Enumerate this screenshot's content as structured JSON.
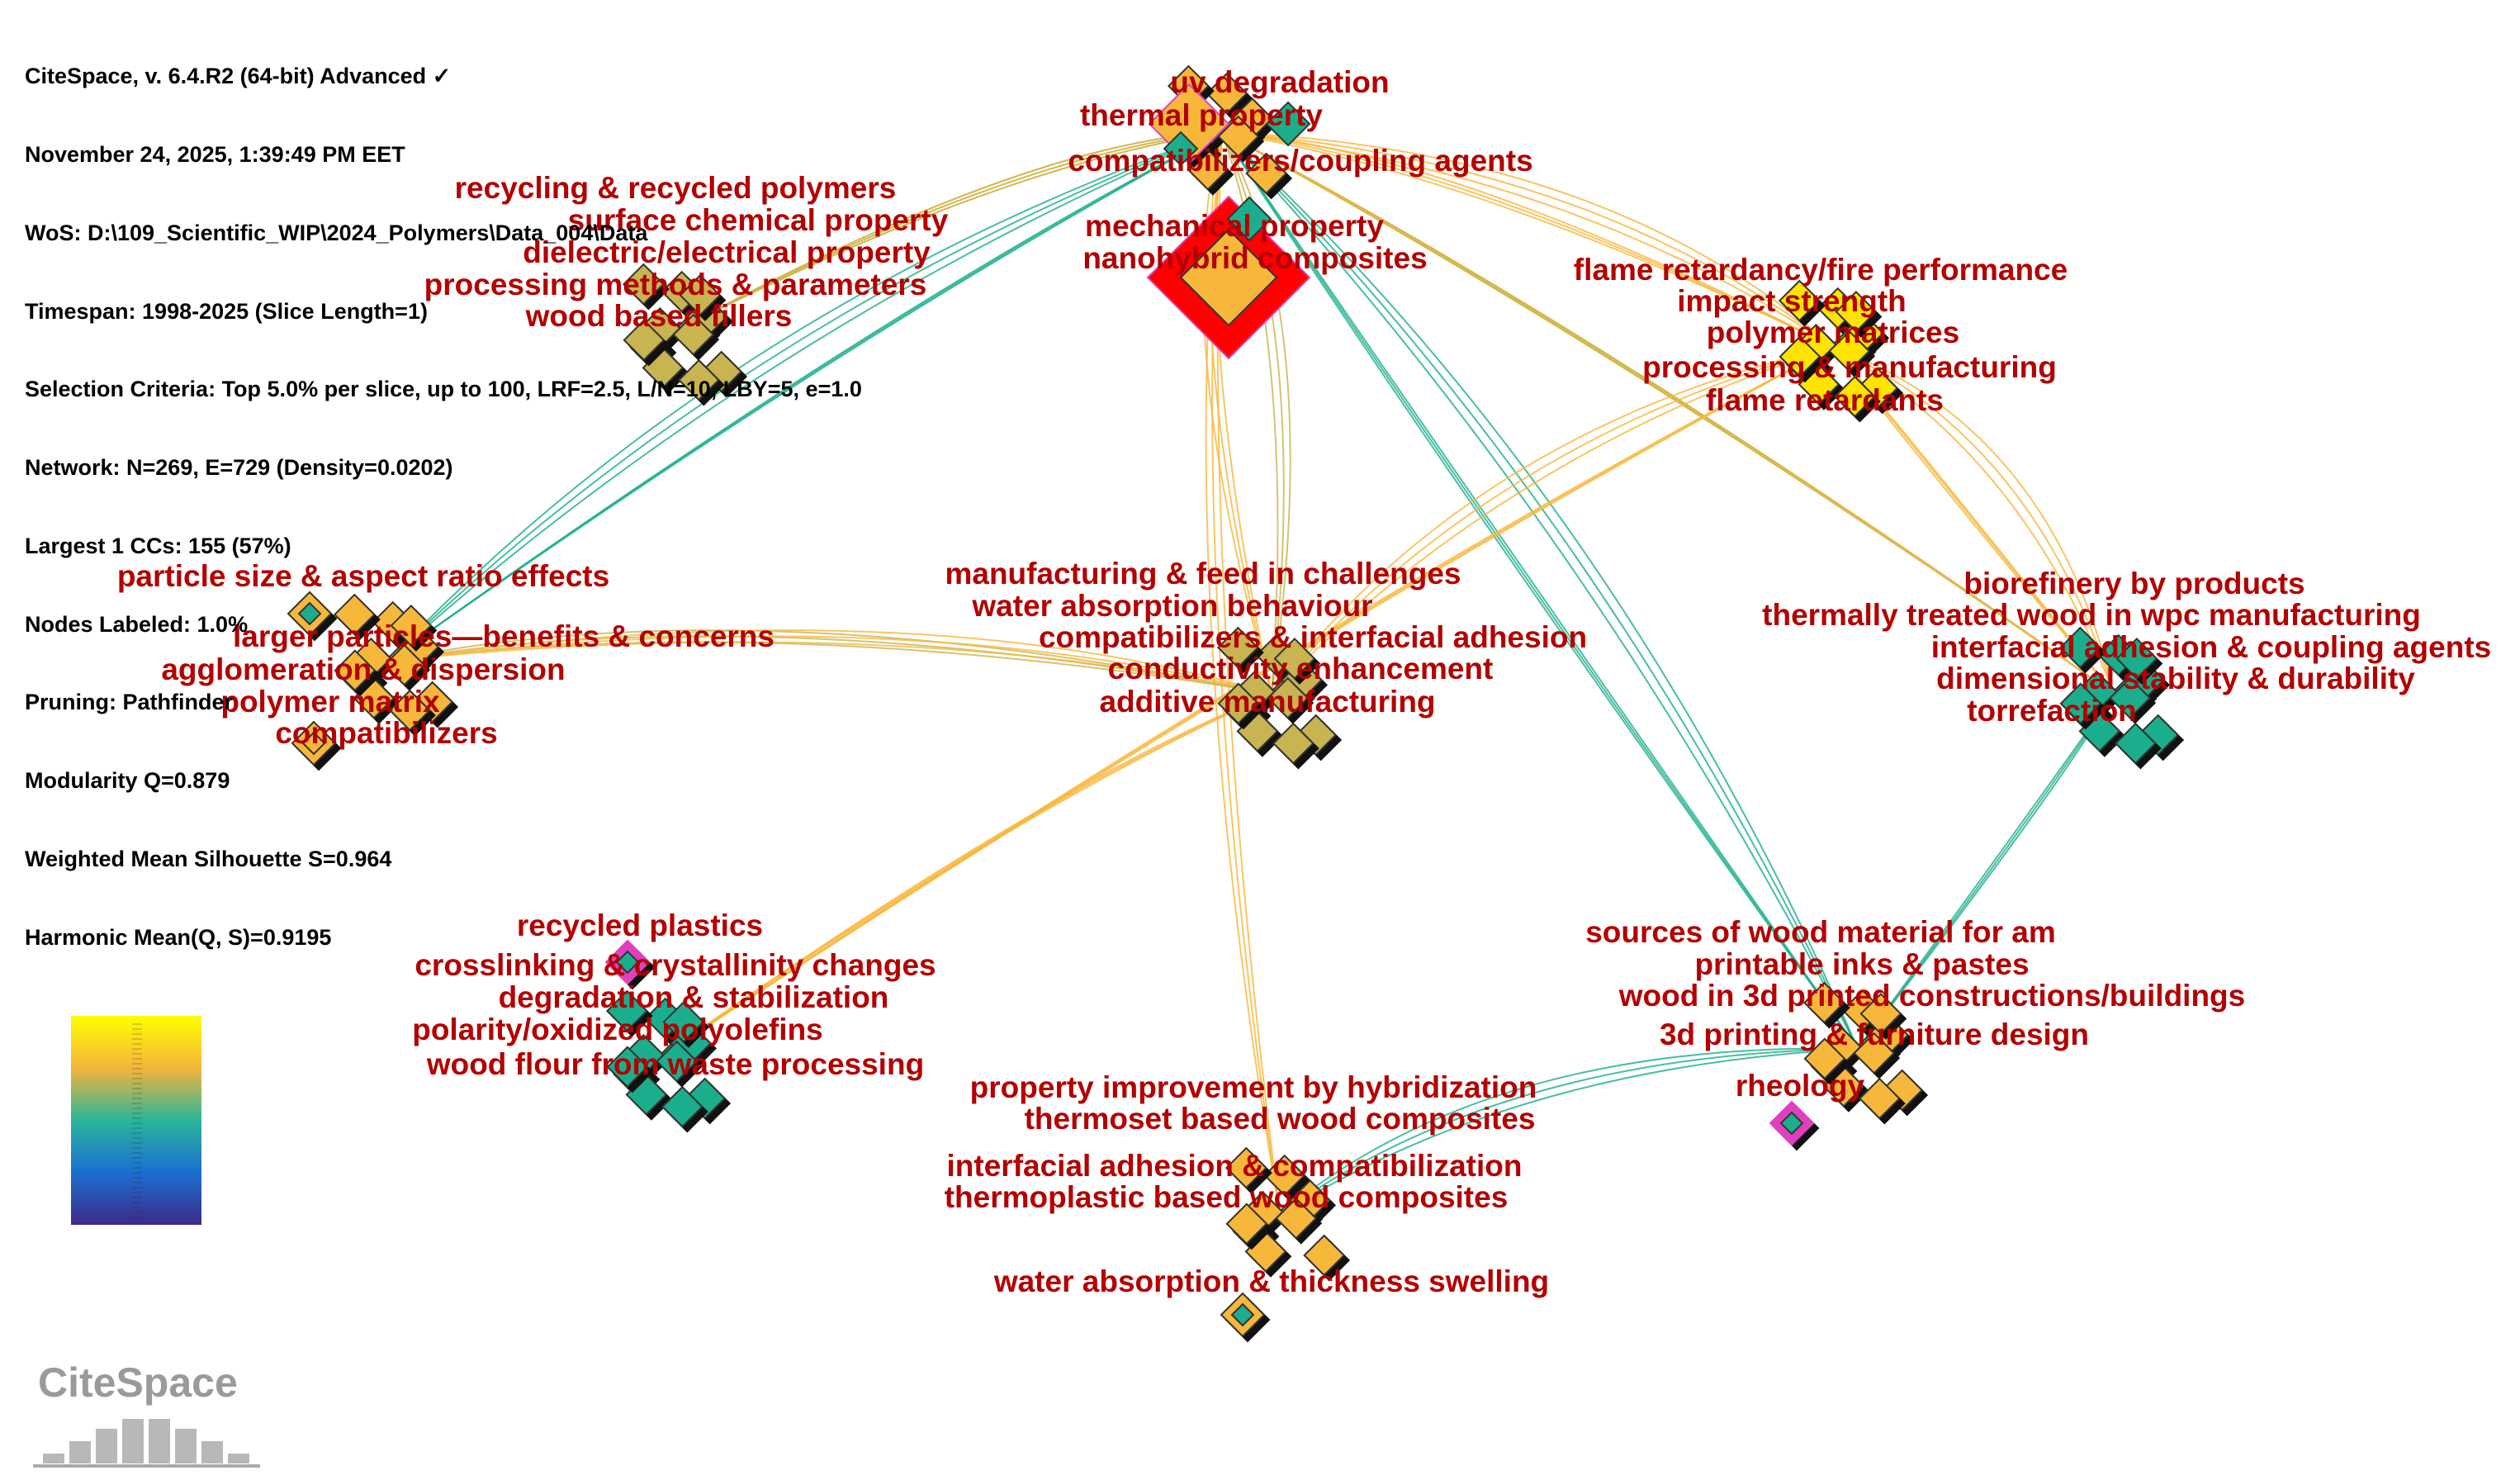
{
  "header": {
    "lines": [
      "CiteSpace, v. 6.4.R2 (64-bit) Advanced ✓",
      "November 24, 2025, 1:39:49 PM EET",
      "WoS: D:\\109_Scientific_WIP\\2024_Polymers\\Data_004\\Data",
      "Timespan: 1998-2025 (Slice Length=1)",
      "Selection Criteria: Top 5.0% per slice, up to 100, LRF=2.5, L/N=10, LBY=5, e=1.0",
      "Network: N=269, E=729 (Density=0.0202)",
      "Largest 1 CCs: 155 (57%)",
      "Nodes Labeled: 1.0%",
      "Pruning: Pathfinder",
      "Modularity Q=0.879",
      "Weighted Mean Silhouette S=0.964",
      "Harmonic Mean(Q, S)=0.9195"
    ]
  },
  "logo": {
    "text": "CiteSpace"
  },
  "colors": {
    "label": "#b30000",
    "teal": "#1aae8c",
    "orange": "#f7b73b",
    "yellow": "#ffe400",
    "olive": "#c8b450",
    "burst": "#ff0000",
    "magenta": "#e040c0"
  },
  "clusters": [
    {
      "id": "c-top",
      "labels": [
        "uv degradation",
        "thermal property",
        "compatibilizers/coupling agents",
        "mechanical property",
        "nanohybrid composites"
      ]
    },
    {
      "id": "c-topleft",
      "labels": [
        "recycling & recycled polymers",
        "surface chemical property",
        "dielectric/electrical property",
        "processing methods & parameters",
        "wood based fillers"
      ]
    },
    {
      "id": "c-topright",
      "labels": [
        "flame retardancy/fire performance",
        "impact strength",
        "polymer matrices",
        "processing & manufacturing",
        "flame retardants"
      ]
    },
    {
      "id": "c-left",
      "labels": [
        "particle size & aspect ratio effects",
        "larger particles—benefits & concerns",
        "agglomeration & dispersion",
        "polymer matrix",
        "compatibilizers"
      ]
    },
    {
      "id": "c-center",
      "labels": [
        "manufacturing & feed in challenges",
        "water absorption behaviour",
        "compatibilizers & interfacial adhesion",
        "conductivity enhancement",
        "additive manufacturing"
      ]
    },
    {
      "id": "c-right",
      "labels": [
        "biorefinery by products",
        "thermally treated wood in wpc manufacturing",
        "interfacial adhesion & coupling agents",
        "dimensional stability & durability",
        "torrefaction"
      ]
    },
    {
      "id": "c-bottomleft",
      "labels": [
        "recycled plastics",
        "crosslinking & crystallinity changes",
        "degradation & stabilization",
        "polarity/oxidized polyolefins",
        "wood flour from waste processing"
      ]
    },
    {
      "id": "c-bottomright",
      "labels": [
        "sources of wood material for am",
        "printable inks & pastes",
        "wood in 3d printed constructions/buildings",
        "3d printing & furniture design",
        "rheology"
      ]
    },
    {
      "id": "c-bottom",
      "labels": [
        "property improvement by hybridization",
        "thermoset based wood composites",
        "interfacial adhesion & compatibilization",
        "thermoplastic based wood composites",
        "water absorption & thickness swelling"
      ]
    }
  ]
}
